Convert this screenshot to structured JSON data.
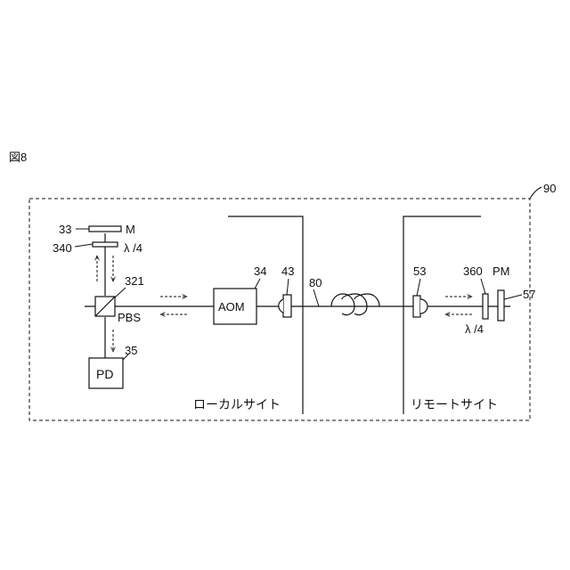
{
  "figure_label": "図8",
  "labels": {
    "enclosure": "90",
    "mirror_num": "33",
    "mirror": "M",
    "qwp_local_num": "340",
    "qwp_local": "λ /4",
    "pbs_num": "321",
    "pbs": "PBS",
    "pd_num": "35",
    "pd": "PD",
    "aom_num": "34",
    "aom": "AOM",
    "collimator_local_num": "43",
    "fiber_num": "80",
    "collimator_remote_num": "53",
    "qwp_remote_num": "360",
    "qwp_remote": "λ /4",
    "pm": "PM",
    "pm_num": "57",
    "local_site": "ローカルサイト",
    "remote_site": "リモートサイト"
  }
}
